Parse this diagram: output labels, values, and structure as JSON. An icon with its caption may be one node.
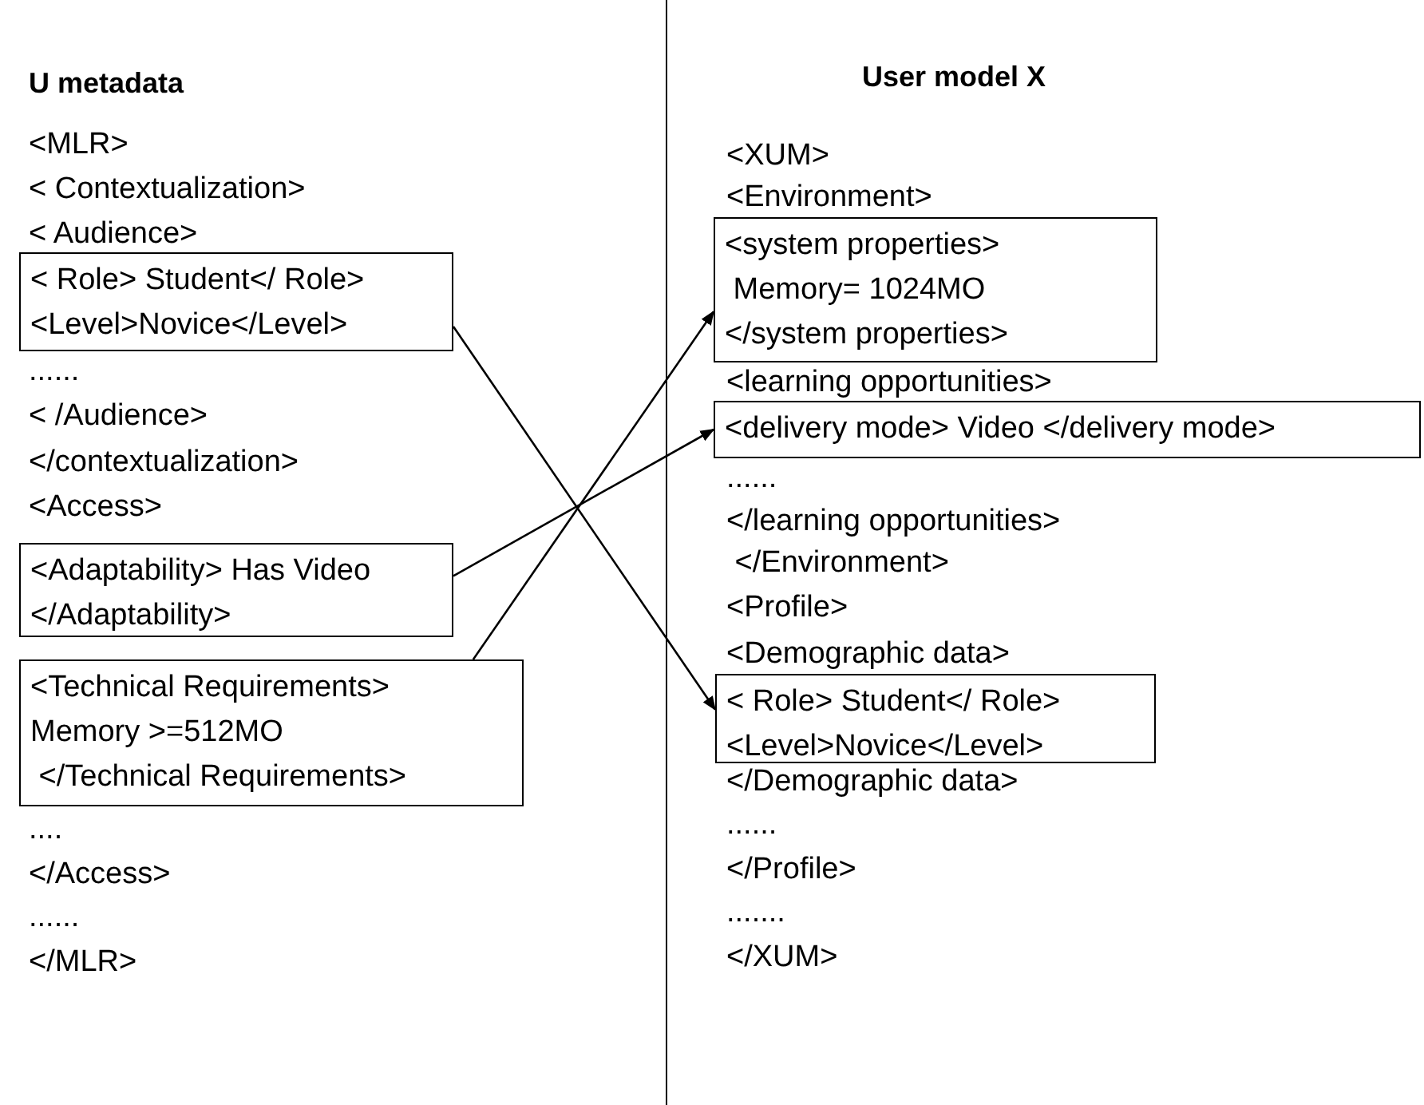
{
  "diagram": {
    "nodes": [
      {
        "text": [
          "< Role> Student</ Role>",
          "<Level>Novice</Level>"
        ]
      },
      {
        "text": [
          "<Adaptability> Has Video",
          "</Adaptability>"
        ]
      },
      {
        "text": [
          "<Technical Requirements>",
          "Memory >=512MO",
          " </Technical Requirements>"
        ]
      },
      {
        "text": [
          "<system properties>",
          " Memory= 1024MO",
          "</system properties>"
        ]
      },
      {
        "text": [
          "<delivery mode> Video </delivery mode>"
        ]
      },
      {
        "text": [
          "< Role> Student</ Role>",
          "<Level>Novice</Level>"
        ]
      }
    ],
    "edges": [
      {
        "from": 0,
        "to": 5,
        "arrow": "to"
      },
      {
        "from": 1,
        "to": 4,
        "arrow": "to"
      },
      {
        "from": 2,
        "to": 3,
        "arrow": "to"
      }
    ],
    "labels": [
      "U metadata",
      "<MLR>",
      "< Contextualization>",
      "< Audience>",
      "......",
      "< /Audience>",
      "</contextualization>",
      "<Access>",
      "....",
      "</Access>",
      "......",
      "</MLR>",
      "User model X",
      "<XUM>",
      "<Environment>",
      "<learning opportunities>",
      "......",
      "</learning opportunities>",
      " </Environment>",
      "<Profile>",
      "<Demographic data>",
      "</Demographic data>",
      "......",
      "</Profile>",
      ".......",
      "</XUM>"
    ]
  }
}
